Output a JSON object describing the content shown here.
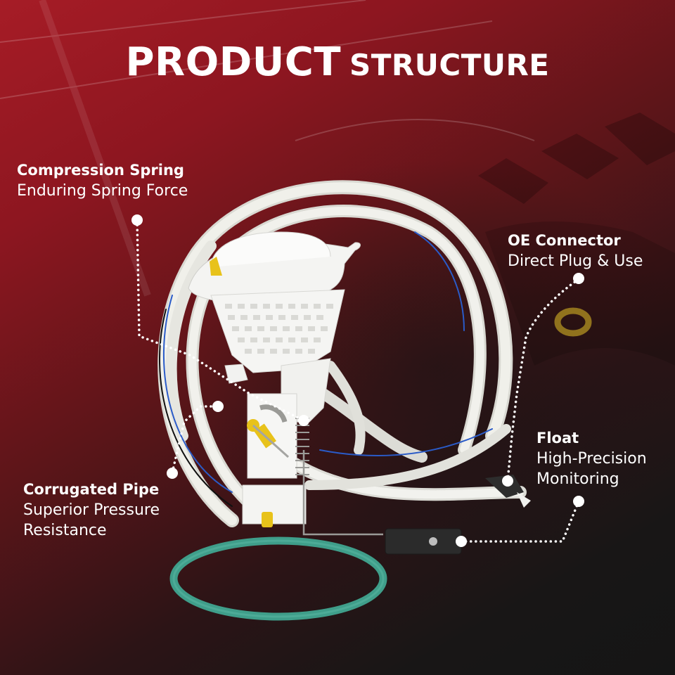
{
  "title": {
    "primary": "PRODUCT",
    "secondary": "STRUCTURE"
  },
  "callouts": [
    {
      "id": "compression-spring",
      "heading": "Compression Spring",
      "lines": [
        "Enduring Spring Force"
      ]
    },
    {
      "id": "corrugated-pipe",
      "heading": "Corrugated Pipe",
      "lines": [
        "Superior Pressure",
        "Resistance"
      ]
    },
    {
      "id": "oe-connector",
      "heading": "OE Connector",
      "lines": [
        "Direct Plug & Use"
      ]
    },
    {
      "id": "float",
      "heading": "Float",
      "lines": [
        "High-Precision",
        "Monitoring"
      ]
    }
  ],
  "product": {
    "name": "Fuel pump module assembly",
    "components": [
      "filter basket",
      "flange cap",
      "corrugated hoses",
      "sender card",
      "compression spring",
      "float arm",
      "float",
      "O-ring seal"
    ]
  },
  "colors": {
    "background_top_left": "#a61c26",
    "background_bottom_right": "#151515",
    "text": "#ffffff",
    "o_ring": "#3f9e8a",
    "hose": "#ecece6",
    "accent_yellow": "#e8c21a",
    "wire_blue": "#2a5bc8"
  }
}
